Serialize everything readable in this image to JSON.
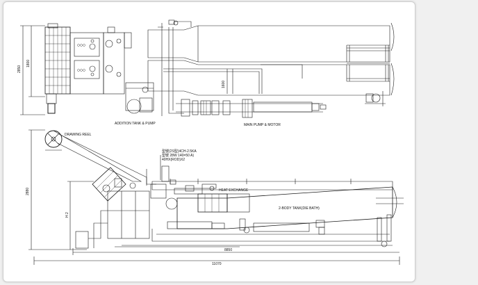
{
  "colors": {
    "ink": "#1a1a1a",
    "paper": "#ffffff",
    "frame_border": "#cfcfcf",
    "background": "#f0f0f0"
  },
  "labels": {
    "addition_tank_pump": "ADDITION TANK & PUMP",
    "main_pump_motor": "MAIN PUMP & MOTOR",
    "drawing_reel": "DRAWING REEL",
    "heat_exchange": "HEAT EXCHANGE",
    "two_body_tank": "2-BODY TANK(DIE BATH)",
    "spec_line_1": "型號(2S型)4CH-2.5KA",
    "spec_line_2": "型號 28W 140=50 A)",
    "spec_line_3": "40HX(ROD)X2"
  },
  "dimensions": {
    "top_height_total": "2850",
    "top_height_inner": "1800",
    "top_width_small": "1600",
    "bottom_height_total": "2880",
    "bottom_height_inner": "H 2",
    "bottom_width_mid": "8850",
    "bottom_width_total": "11070"
  }
}
